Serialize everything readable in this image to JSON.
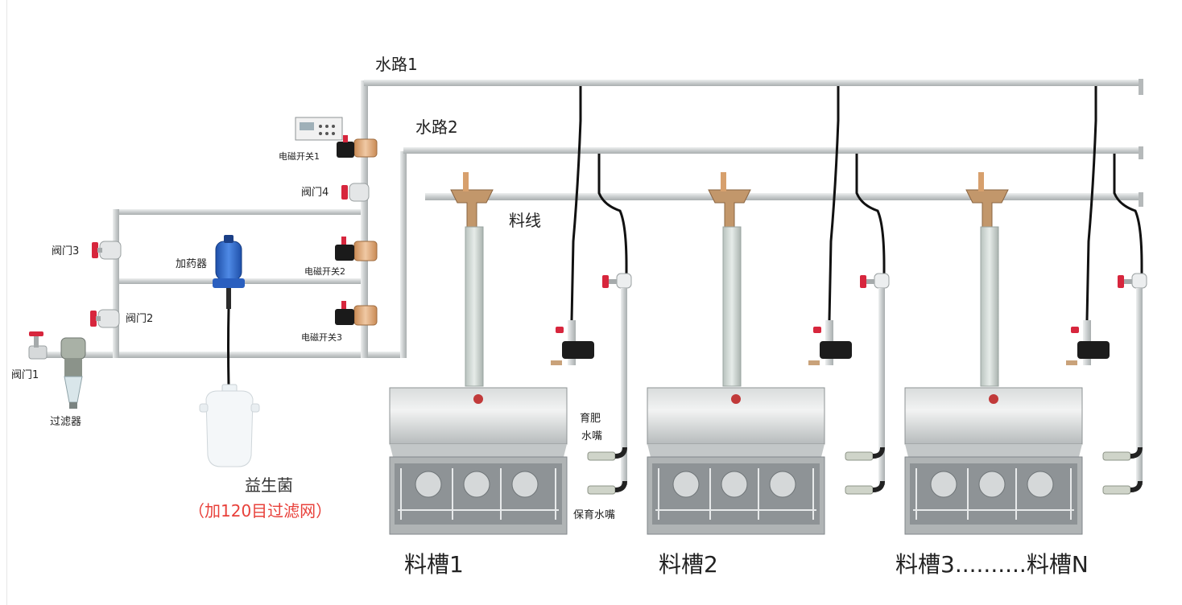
{
  "labels": {
    "water_line_1": "水路1",
    "water_line_2": "水路2",
    "feed_line": "料线",
    "solenoid_1": "电磁开关1",
    "solenoid_2": "电磁开关2",
    "solenoid_3": "电磁开关3",
    "valve_1": "阀门1",
    "valve_2": "阀门2",
    "valve_3": "阀门3",
    "valve_4": "阀门4",
    "doser": "加药器",
    "filter": "过滤器",
    "probiotic": "益生菌",
    "probiotic_note": "（加120目过滤网）",
    "finisher_nipple_line1": "育肥",
    "finisher_nipple_line2": "水嘴",
    "nursery_nipple": "保育水嘴",
    "trough_1": "料槽1",
    "trough_2": "料槽2",
    "trough_3n": "料槽3..........料槽N"
  },
  "colors": {
    "pipe": "#cfd3d4",
    "valve_red": "#d7263d",
    "doser_blue": "#2f6fd0",
    "note_red": "#e8403a",
    "hose": "#111111"
  }
}
